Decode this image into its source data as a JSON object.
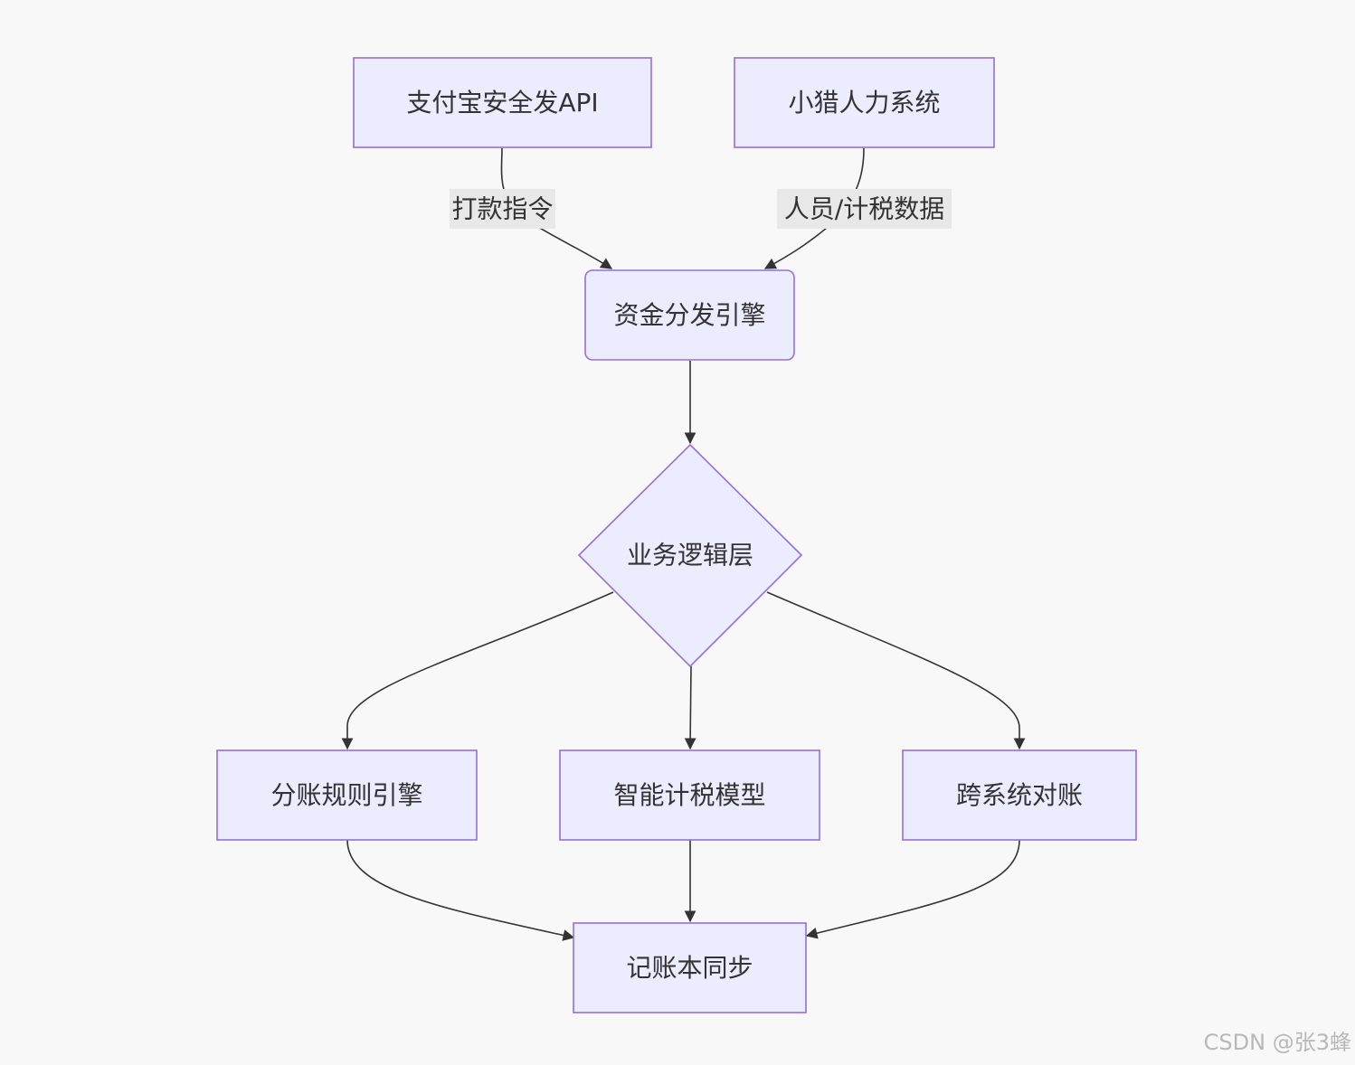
{
  "diagram": {
    "nodes": {
      "alipay_api": "支付宝安全发API",
      "xiaolie_hr": "小猎人力系统",
      "fund_engine": "资金分发引擎",
      "business_logic": "业务逻辑层",
      "split_rules": "分账规则引擎",
      "smart_tax": "智能计税模型",
      "reconcile": "跨系统对账",
      "ledger_sync": "记账本同步"
    },
    "edge_labels": {
      "payment_instruction": "打款指令",
      "personnel_tax_data": "人员/计税数据"
    },
    "colors": {
      "node_fill": "#ececff",
      "node_stroke": "#9370db",
      "edge": "#333333",
      "label_bg": "#e8e8e8",
      "background": "#f8f8f8"
    }
  },
  "watermark": "CSDN @张3蜂"
}
